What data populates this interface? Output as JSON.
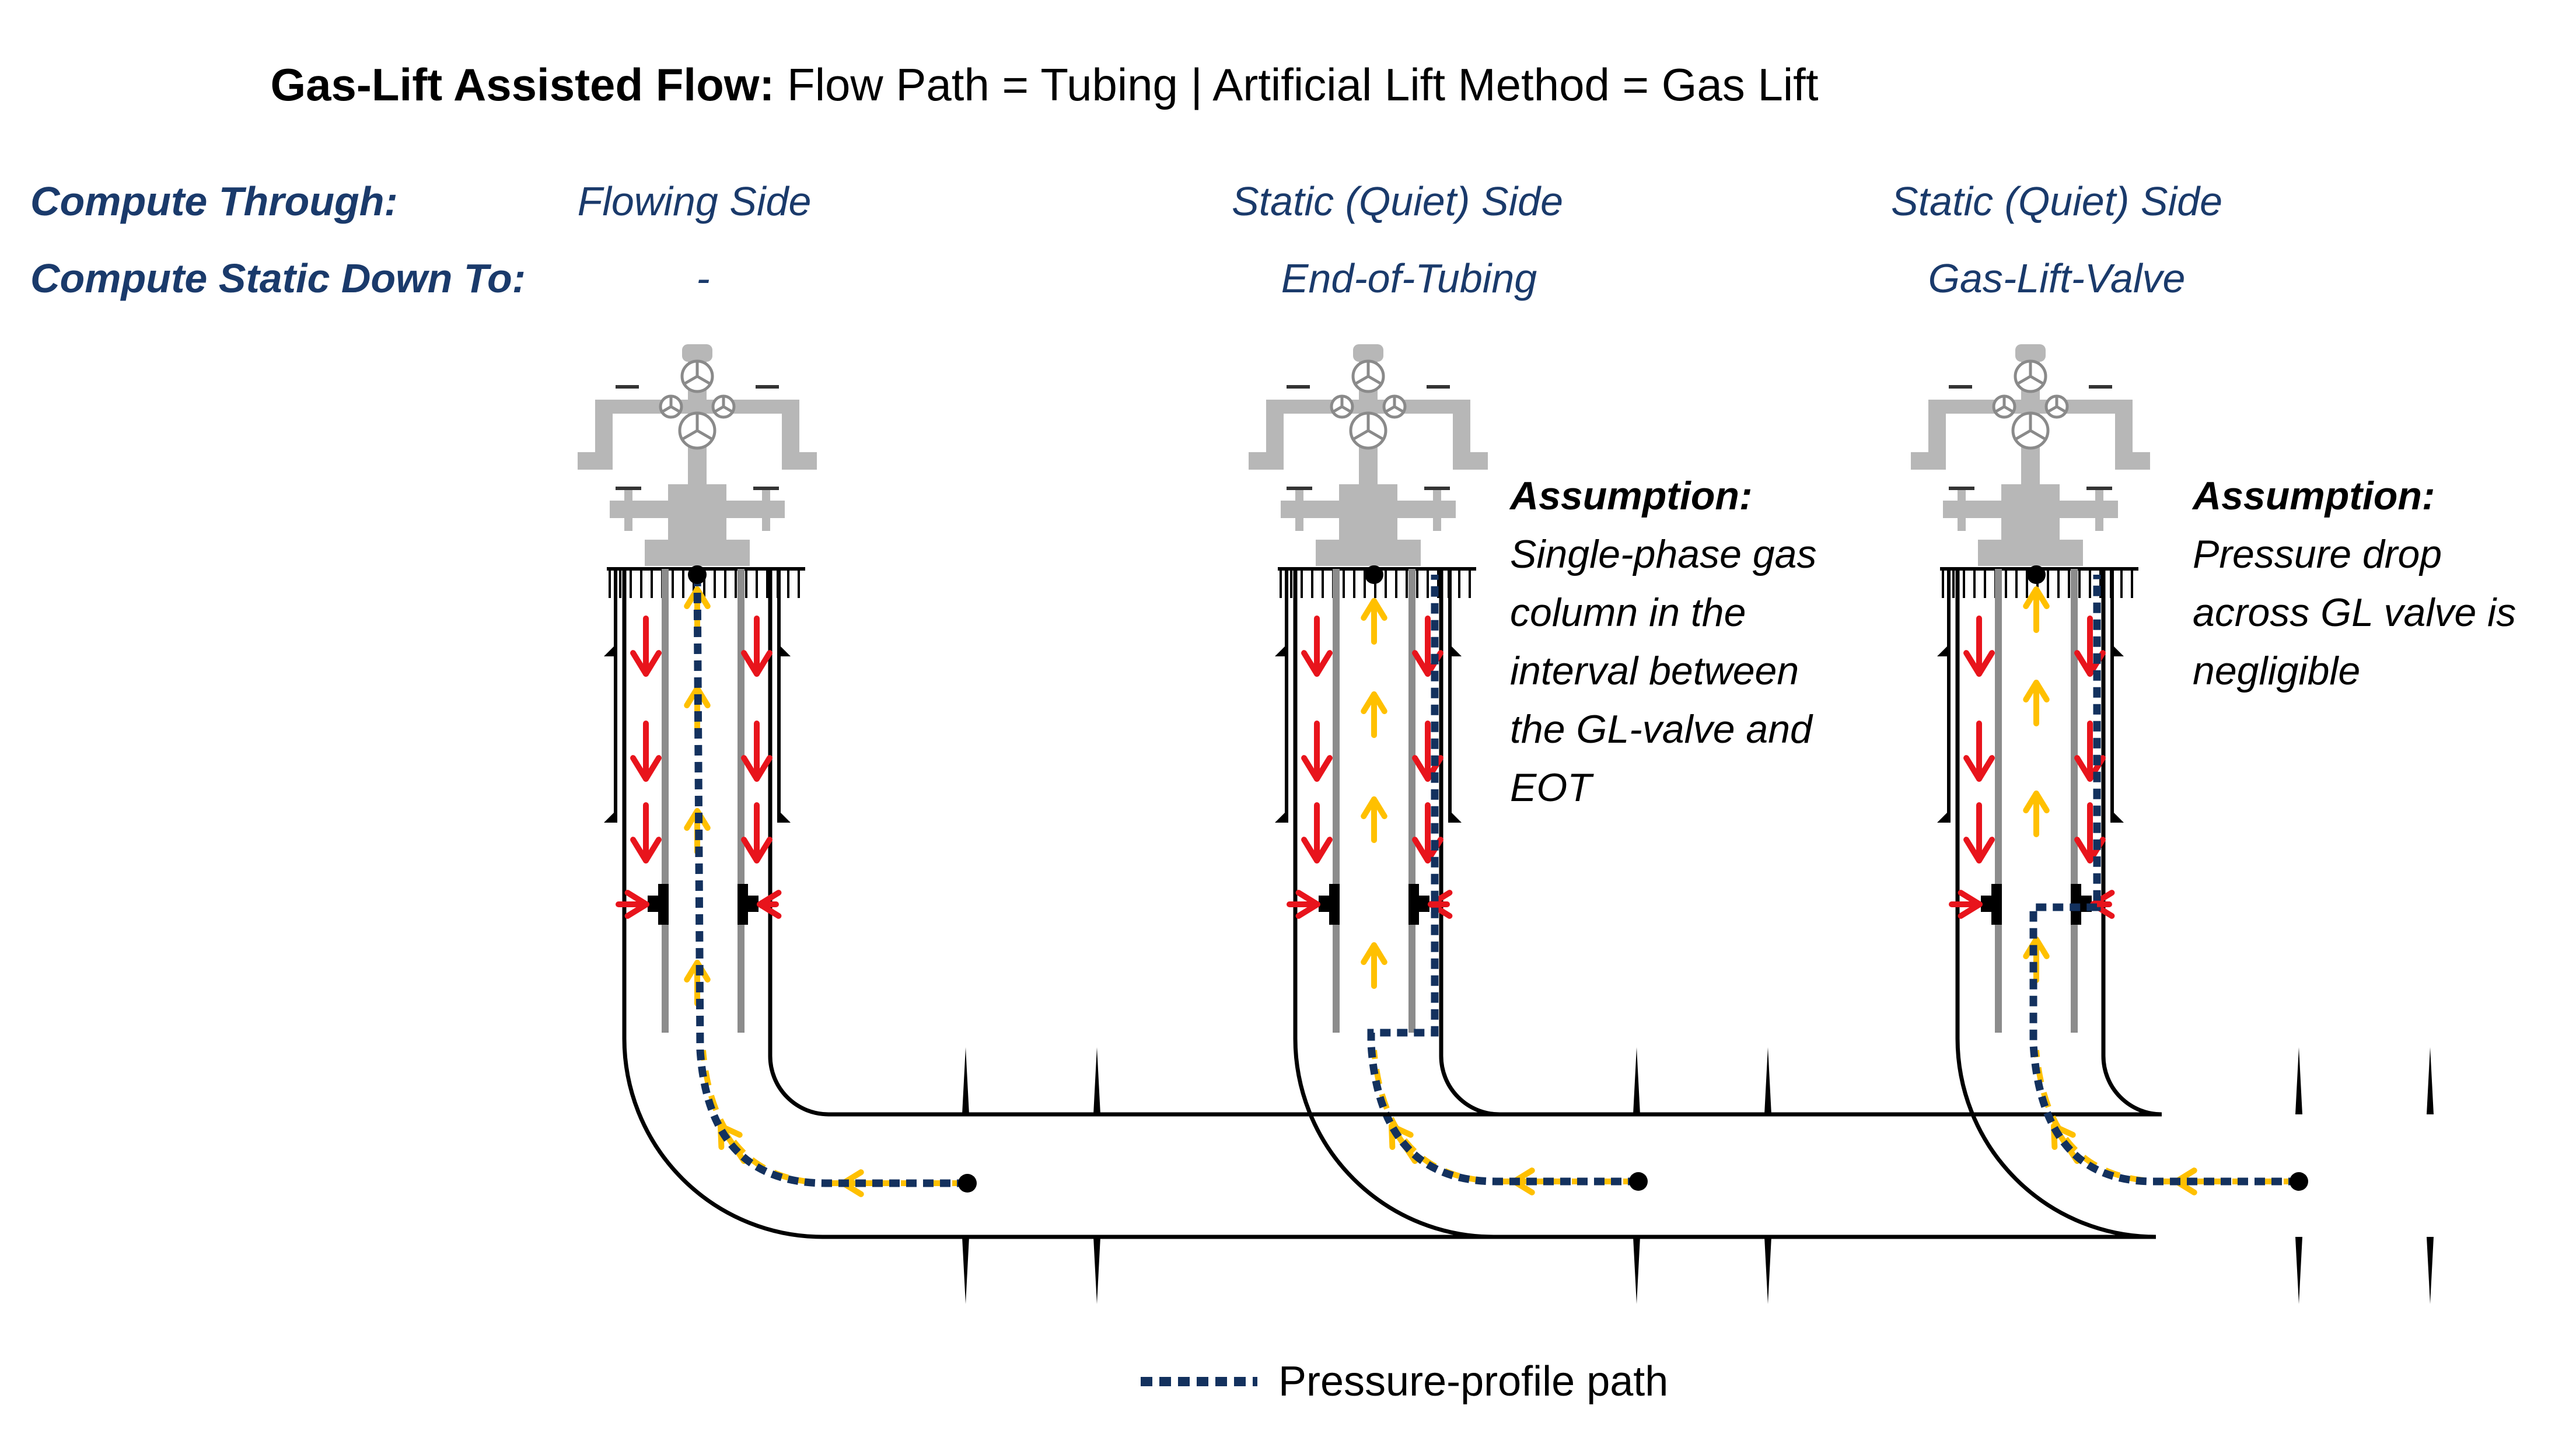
{
  "title": {
    "bold": "Gas-Lift Assisted Flow:",
    "rest": " Flow Path = Tubing | Artificial Lift Method = Gas Lift"
  },
  "row_labels": {
    "compute_through": "Compute Through:",
    "compute_static": "Compute Static Down To:"
  },
  "panels": [
    {
      "through": "Flowing Side",
      "static_to": "-"
    },
    {
      "through": "Static (Quiet) Side",
      "static_to": "End-of-Tubing"
    },
    {
      "through": "Static (Quiet) Side",
      "static_to": "Gas-Lift-Valve"
    }
  ],
  "assumptions": [
    {
      "heading": "Assumption:",
      "lines": [
        "Single-phase gas",
        "column in the",
        "interval between",
        "the GL-valve and",
        "EOT"
      ]
    },
    {
      "heading": "Assumption:",
      "lines": [
        "Pressure drop",
        "across GL valve is",
        "negligible"
      ]
    }
  ],
  "legend": {
    "label": "Pressure-profile path"
  },
  "colors": {
    "path": "#13315e",
    "injection_arrow": "#e8141c",
    "production_arrow": "#ffc000",
    "wellhead": "#b7b7b7",
    "tubing": "#8c8c8c",
    "casing": "#000000",
    "label_text": "#1a3a6b"
  }
}
